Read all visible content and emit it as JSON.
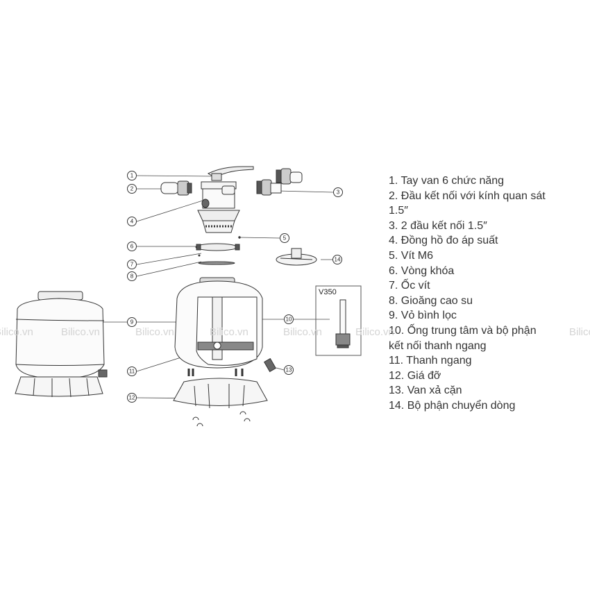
{
  "watermark": "Bilico.vn",
  "box_label": "V350",
  "callouts": [
    "1",
    "2",
    "3",
    "4",
    "5",
    "6",
    "7",
    "8",
    "9",
    "10",
    "11",
    "12",
    "13",
    "14"
  ],
  "legend": [
    "1. Tay van 6 chức năng",
    "2. Đầu kết nối với kính quan sát",
    "1.5″",
    "3. 2 đầu kết nối 1.5″",
    "4. Đồng hồ đo áp suất",
    "5. Vít M6",
    "6. Vòng khóa",
    "7. Ốc vít",
    "8. Gioăng cao su",
    "9. Vỏ bình lọc",
    "10. Ống trung tâm và bộ phận",
    "kết nối thanh ngang",
    "11. Thanh ngang",
    "12. Giá đỡ",
    "13. Van xả cặn",
    "14. Bộ phận chuyển dòng"
  ]
}
